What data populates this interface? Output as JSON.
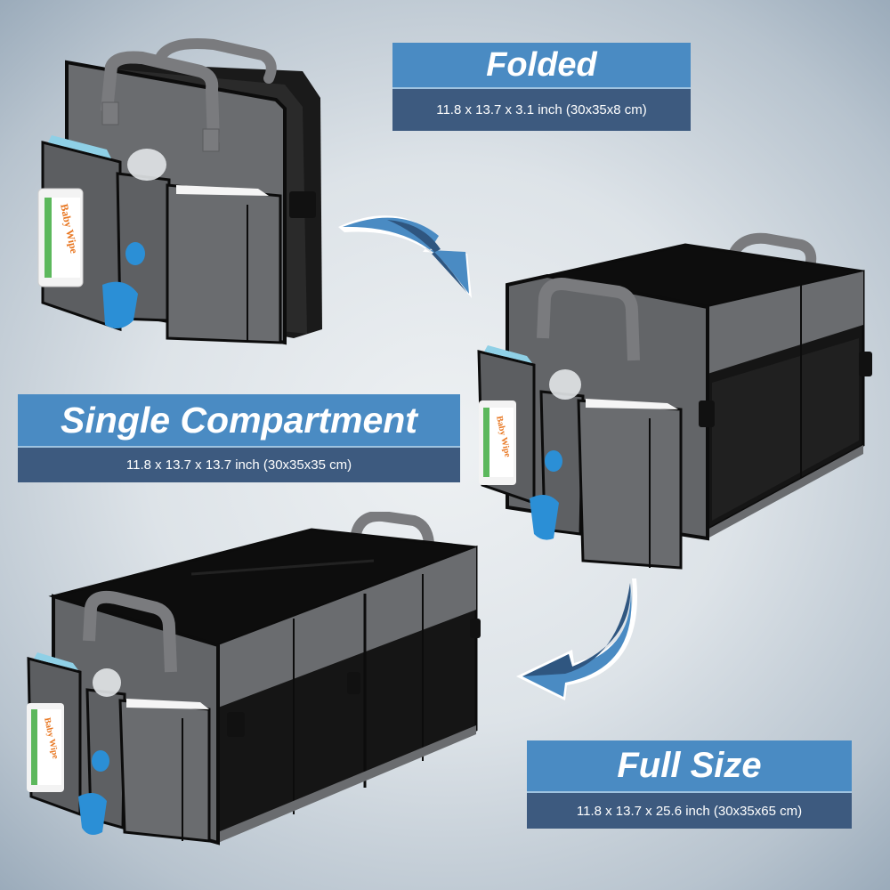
{
  "labels": {
    "folded": {
      "title": "Folded",
      "dimensions": "11.8 x 13.7 x 3.1 inch (30x35x8 cm)"
    },
    "single": {
      "title": "Single Compartment",
      "dimensions": "11.8 x 13.7 x 13.7 inch (30x35x35 cm)"
    },
    "full": {
      "title": "Full Size",
      "dimensions": "11.8 x 13.7 x 25.6 inch (30x35x65 cm)"
    }
  },
  "products": {
    "folded": {
      "state": "folded",
      "wipes_label": "Baby Wipe"
    },
    "single": {
      "state": "single-compartment",
      "wipes_label": "Baby Wipe"
    },
    "full": {
      "state": "full-size",
      "wipes_label": "Baby Wipe"
    }
  },
  "colors": {
    "label_top": "#4a8bc3",
    "label_bottom": "#3d5a7f",
    "arrow_light": "#4a8bc3",
    "arrow_dark": "#2f5680",
    "fabric_gray": "#6b6d70",
    "fabric_black": "#151515",
    "trim": "#0c0c0c"
  }
}
